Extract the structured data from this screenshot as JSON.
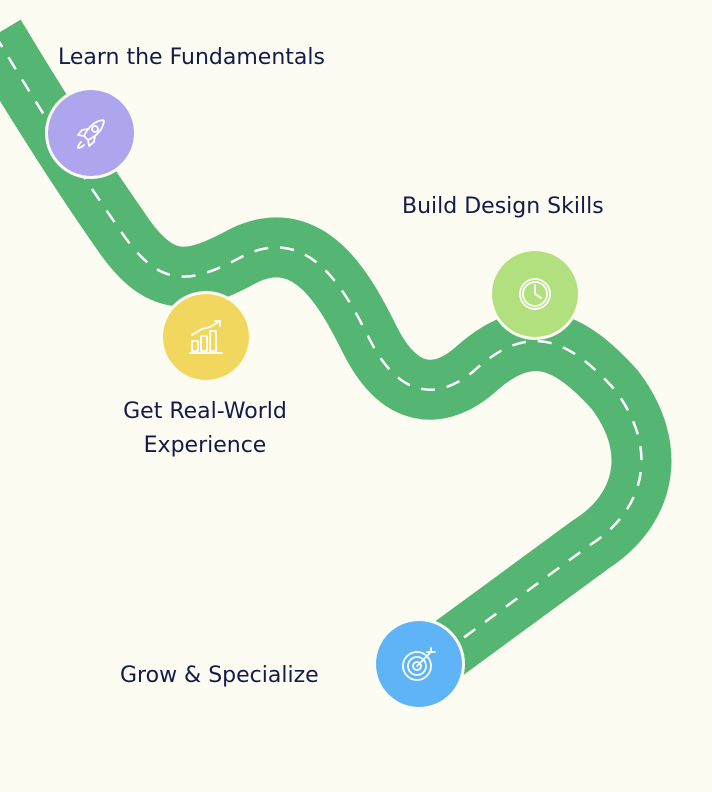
{
  "roadmap": {
    "colors": {
      "background": "#fdfcf2",
      "road": "#55b572",
      "lane": "#ffffff",
      "label": "#141a4a"
    },
    "steps": [
      {
        "label": "Learn the Fundamentals",
        "icon": "rocket-icon",
        "color": "#ada6ee"
      },
      {
        "label": "Get Real-World Experience",
        "label_lines": [
          "Get Real-World",
          "Experience"
        ],
        "icon": "bar-chart-icon",
        "color": "#f2d75e"
      },
      {
        "label": "Build Design Skills",
        "icon": "clock-icon",
        "color": "#b3e07e"
      },
      {
        "label": "Grow & Specialize",
        "icon": "target-icon",
        "color": "#5fb3f7"
      }
    ]
  }
}
